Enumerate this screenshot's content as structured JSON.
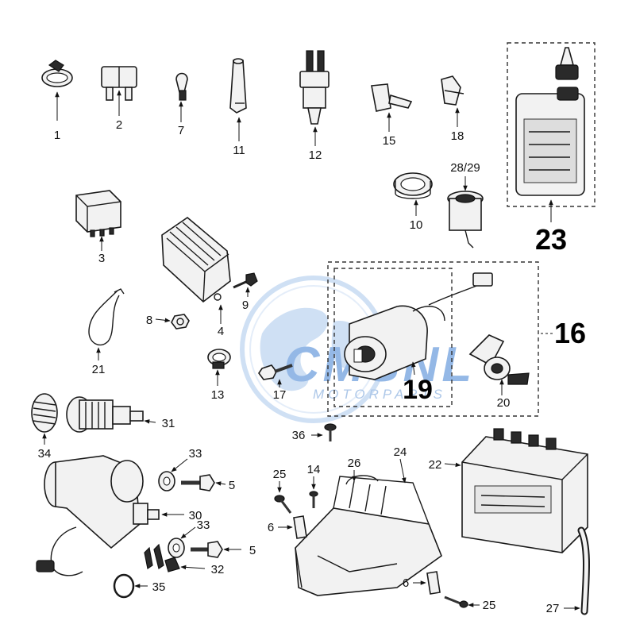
{
  "callouts": {
    "p1": "1",
    "p2": "2",
    "p7": "7",
    "p11": "11",
    "p12": "12",
    "p15": "15",
    "p18": "18",
    "p23": "23",
    "p28_29": "28/29",
    "p10": "10",
    "p3": "3",
    "p4": "4",
    "p9": "9",
    "p8": "8",
    "p21": "21",
    "p13": "13",
    "p17": "17",
    "p16": "16",
    "p19": "19",
    "p20": "20",
    "p34": "34",
    "p31": "31",
    "p33a": "33",
    "p5a": "5",
    "p30": "30",
    "p33b": "33",
    "p5b": "5",
    "p32": "32",
    "p35": "35",
    "p36": "36",
    "p25a": "25",
    "p14": "14",
    "p26": "26",
    "p24": "24",
    "p22": "22",
    "p6a": "6",
    "p6b": "6",
    "p25b": "25",
    "p27": "27"
  },
  "watermark": {
    "brand": "CMSNL",
    "tagline": "MOTORPARTS",
    "colors": {
      "blue": "#3d7fd3",
      "light": "#a9c7ec"
    }
  }
}
